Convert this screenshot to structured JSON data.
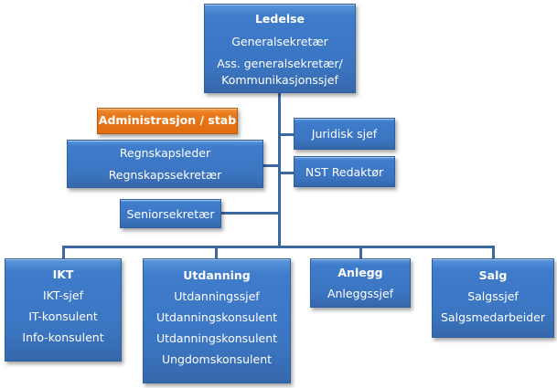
{
  "diagram": {
    "leadership": {
      "title": "Ledelse",
      "roles": [
        "Generalsekretær",
        "Ass. generalsekretær/",
        "Kommunikasjonssjef"
      ]
    },
    "staff_label": "Administrasjon / stab",
    "staff": {
      "accounting": [
        "Regnskapsleder",
        "Regnskapssekretær"
      ],
      "senior": "Seniorsekretær",
      "legal": "Juridisk sjef",
      "editor": "NST Redaktør"
    },
    "departments": [
      {
        "title": "IKT",
        "roles": [
          "IKT-sjef",
          "IT-konsulent",
          "Info-konsulent"
        ]
      },
      {
        "title": "Utdanning",
        "roles": [
          "Utdanningssjef",
          "Utdanningskonsulent",
          "Utdanningskonsulent",
          "Ungdomskonsulent"
        ]
      },
      {
        "title": "Anlegg",
        "roles": [
          "Anleggssjef"
        ]
      },
      {
        "title": "Salg",
        "roles": [
          "Salgssjef",
          "Salgsmedarbeider"
        ]
      }
    ],
    "colors": {
      "box": "#3b75c2",
      "staff_label": "#e06d10",
      "connector": "#3d67a1"
    }
  }
}
